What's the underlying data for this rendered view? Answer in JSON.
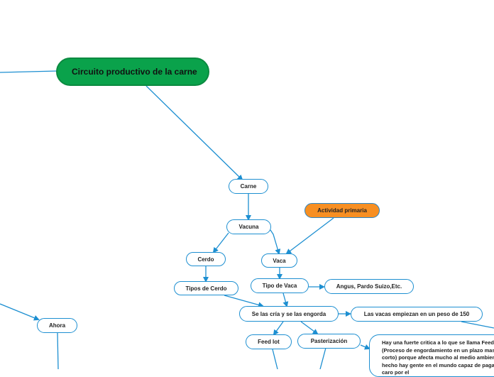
{
  "diagram": {
    "link_color": "#1d8fd1",
    "root_color": "#0aa24b",
    "accent_color": "#f78f22",
    "nodes": {
      "root": "Circuito productivo de la carne",
      "carne": "Carne",
      "actividad": "Actividad primaria",
      "vacuna": "Vacuna",
      "cerdo": "Cerdo",
      "vaca": "Vaca",
      "tipos_cerdo": "Tipos de Cerdo",
      "tipo_vaca": "Tipo de Vaca",
      "razas": "Angus, Pardo Suizo,Etc.",
      "cria": "Se las cría y se las engorda",
      "peso": "Las vacas empiezan en un peso de 150",
      "ahora": "Ahora",
      "feedlot": "Feed lot",
      "pasteurizacion": "Pasterización",
      "critica": "Hay una fuerte critica a lo que se llama Feed lot (Proceso de engordamiento en un plazo mas corto) porque afecta mucho al medio ambiente, de hecho hay gente en el mundo capaz de pagar mas caro por el"
    }
  }
}
